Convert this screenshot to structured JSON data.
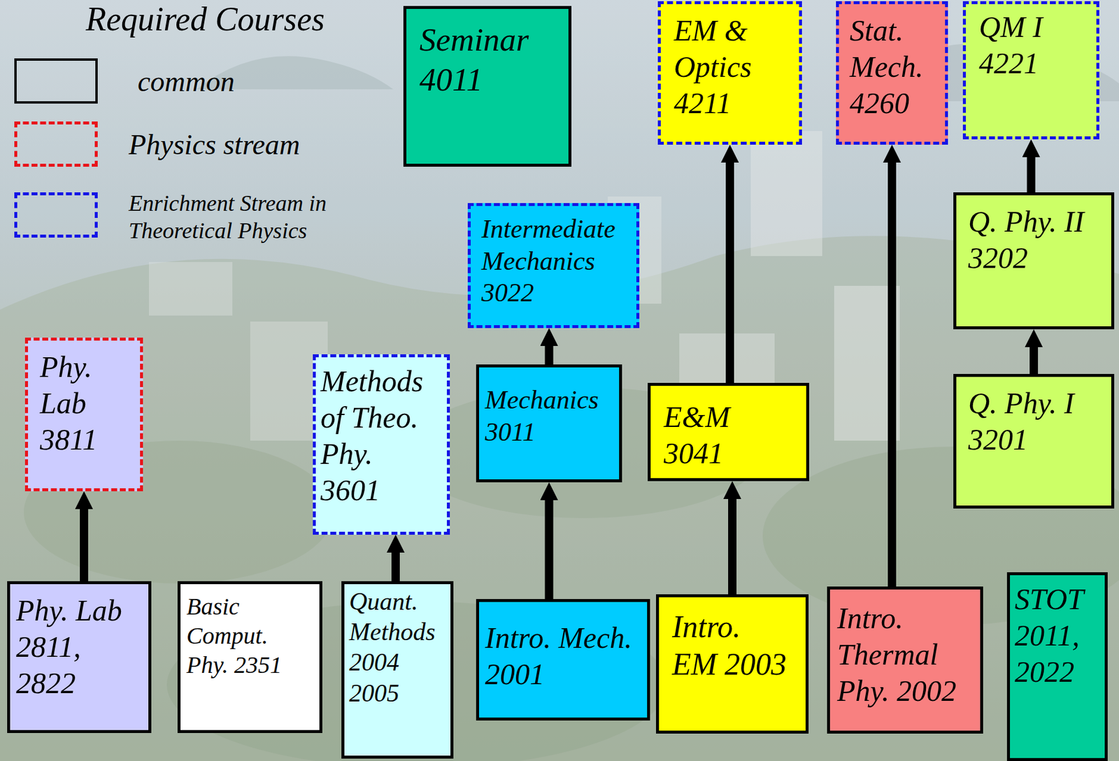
{
  "diagram": {
    "title": "Required Courses",
    "nodes": [
      {
        "text": [
          "Seminar 4011"
        ]
      },
      {
        "text": [
          "EM & Optics 4211"
        ]
      },
      {
        "text": [
          "Stat. Mech. 4260"
        ]
      },
      {
        "text": [
          "QM I 4221"
        ]
      },
      {
        "text": [
          "Intermediate Mechanics 3022"
        ]
      },
      {
        "text": [
          "Q. Phy. II 3202"
        ]
      },
      {
        "text": [
          "Phy. Lab 3811"
        ]
      },
      {
        "text": [
          "Methods of Theo. Phy. 3601"
        ]
      },
      {
        "text": [
          "Mechanics 3011"
        ]
      },
      {
        "text": [
          "E&M 3041"
        ]
      },
      {
        "text": [
          "Q. Phy. I 3201"
        ]
      },
      {
        "text": [
          "Phy. Lab 2811, 2822"
        ]
      },
      {
        "text": [
          "Basic Comput. Phy. 2351"
        ]
      },
      {
        "text": [
          "Quant. Methods 2004 2005"
        ]
      },
      {
        "text": [
          "Intro. Mech. 2001"
        ]
      },
      {
        "text": [
          "Intro. EM 2003"
        ]
      },
      {
        "text": [
          "Intro. Thermal Phy. 2002"
        ]
      },
      {
        "text": [
          "STOT 2011, 2022"
        ]
      }
    ],
    "edges": [
      {
        "from": 11,
        "to": 6,
        "arrow": "to"
      },
      {
        "from": 13,
        "to": 7,
        "arrow": "to"
      },
      {
        "from": 14,
        "to": 8,
        "arrow": "to"
      },
      {
        "from": 8,
        "to": 4,
        "arrow": "to"
      },
      {
        "from": 15,
        "to": 9,
        "arrow": "to"
      },
      {
        "from": 9,
        "to": 1,
        "arrow": "to"
      },
      {
        "from": 16,
        "to": 2,
        "arrow": "to"
      },
      {
        "from": 10,
        "to": 5,
        "arrow": "to"
      },
      {
        "from": 5,
        "to": 3,
        "arrow": "to"
      }
    ],
    "legend": [
      {
        "text": "common"
      },
      {
        "text": "Physics stream"
      },
      {
        "text": "Enrichment Stream in Theoretical Physics"
      }
    ]
  }
}
